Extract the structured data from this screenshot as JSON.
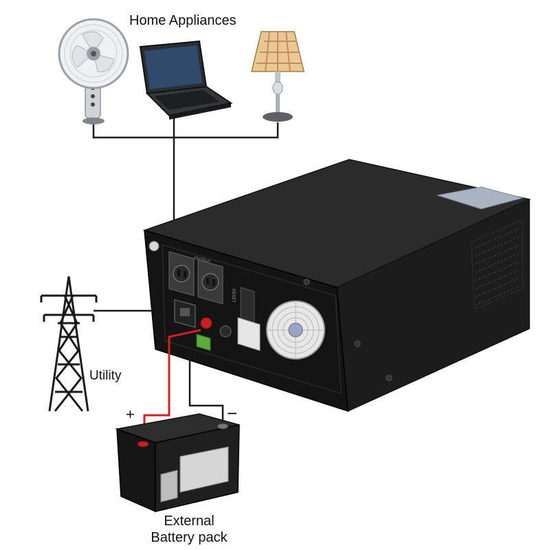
{
  "labels": {
    "home_appliances": "Home Appliances",
    "utility": "Utility",
    "battery_line1": "External",
    "battery_line2": "Battery pack",
    "positive": "+",
    "negative": "−"
  },
  "inverter": {
    "output_panel_text": "OUTPUT",
    "switch_text": "RESET"
  },
  "appliances": [
    "fan",
    "laptop",
    "lamp"
  ],
  "colors": {
    "wire": "#1a1a1a",
    "positive_wire": "#d62020",
    "inverter_body": "#1c1c1c",
    "lamp_shade": "#e9c891"
  }
}
